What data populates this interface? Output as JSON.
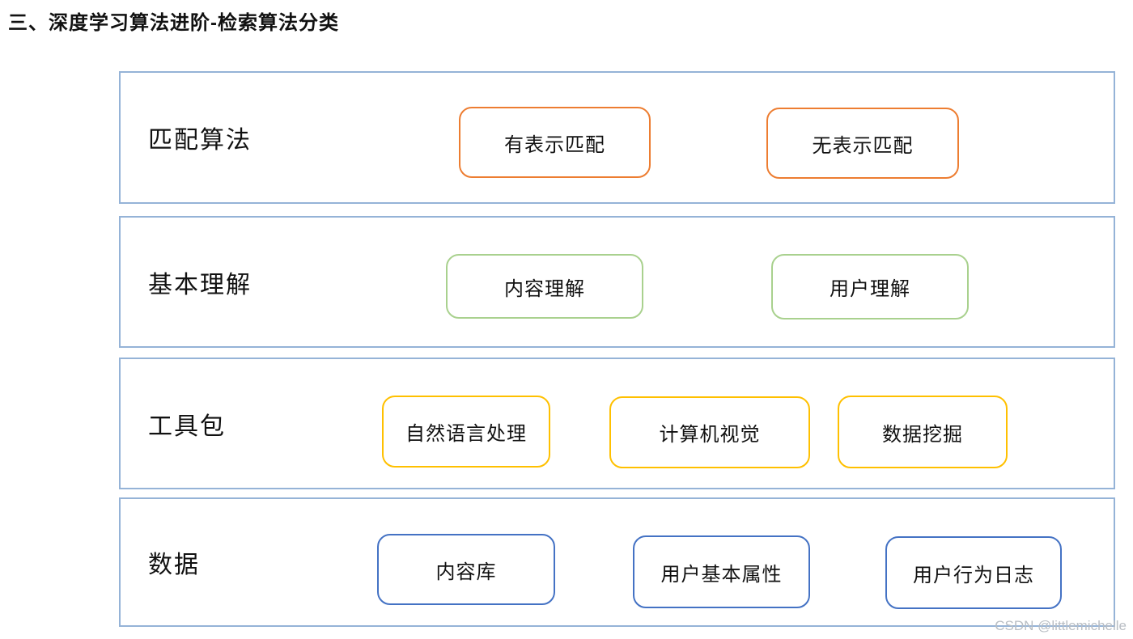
{
  "page": {
    "title": "三、深度学习算法进阶-检索算法分类",
    "watermark": "CSDN @littlemichelle"
  },
  "colors": {
    "row_border": "#95B3D7",
    "matching_accent": "#ED7D31",
    "understanding_accent": "#A9D18E",
    "toolkit_accent": "#FFC000",
    "data_accent": "#4472C4",
    "watermark_text": "#B9BEC4"
  },
  "diagram": {
    "rows": [
      {
        "label": "匹配算法",
        "accent": "#ED7D31",
        "boxes": [
          {
            "label": "有表示匹配"
          },
          {
            "label": "无表示匹配"
          }
        ]
      },
      {
        "label": "基本理解",
        "accent": "#A9D18E",
        "boxes": [
          {
            "label": "内容理解"
          },
          {
            "label": "用户理解"
          }
        ]
      },
      {
        "label": "工具包",
        "accent": "#FFC000",
        "boxes": [
          {
            "label": "自然语言处理"
          },
          {
            "label": "计算机视觉"
          },
          {
            "label": "数据挖掘"
          }
        ]
      },
      {
        "label": "数据",
        "accent": "#4472C4",
        "boxes": [
          {
            "label": "内容库"
          },
          {
            "label": "用户基本属性"
          },
          {
            "label": "用户行为日志"
          }
        ]
      }
    ]
  }
}
